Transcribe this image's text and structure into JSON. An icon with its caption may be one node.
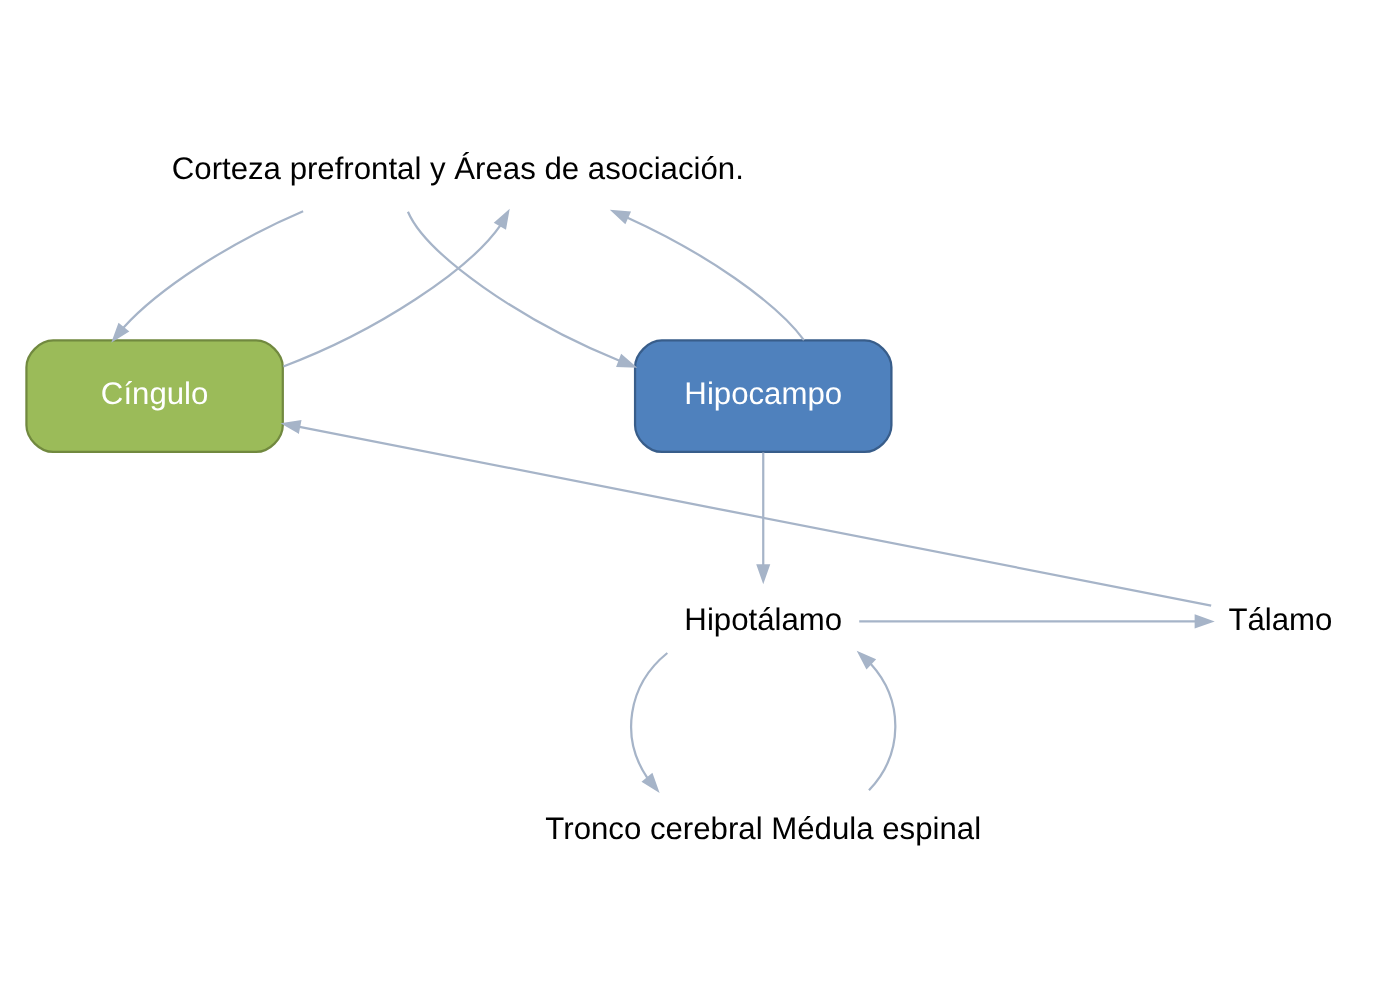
{
  "diagram": {
    "nodes": [
      {
        "text": [
          "Corteza prefrontal y Áreas de asociación."
        ]
      },
      {
        "text": [
          "Cíngulo"
        ]
      },
      {
        "text": [
          "Hipocampo"
        ]
      },
      {
        "text": [
          "Hipotálamo"
        ]
      },
      {
        "text": [
          "Tálamo"
        ]
      },
      {
        "text": [
          "Tronco cerebral Médula espinal"
        ]
      }
    ],
    "edges": [
      {
        "from": 0,
        "to": 1,
        "arrow": "to"
      },
      {
        "from": 1,
        "to": 0,
        "arrow": "to"
      },
      {
        "from": 0,
        "to": 2,
        "arrow": "to"
      },
      {
        "from": 2,
        "to": 0,
        "arrow": "to"
      },
      {
        "from": 2,
        "to": 3,
        "arrow": "to"
      },
      {
        "from": 3,
        "to": 4,
        "arrow": "to"
      },
      {
        "from": 4,
        "to": 1,
        "arrow": "to"
      },
      {
        "from": 3,
        "to": 5,
        "arrow": "to"
      },
      {
        "from": 5,
        "to": 3,
        "arrow": "to"
      }
    ]
  }
}
